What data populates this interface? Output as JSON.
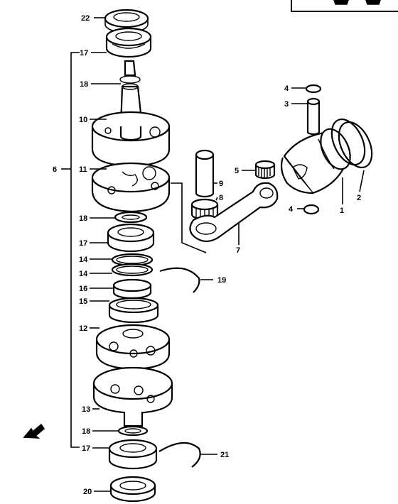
{
  "diagram": {
    "labels": {
      "l22": "22",
      "l17a": "17",
      "l18a": "18",
      "l10": "10",
      "l6": "6",
      "l11": "11",
      "l18b": "18",
      "l17b": "17",
      "l14a": "14",
      "l14b": "14",
      "l16": "16",
      "l15": "15",
      "l12": "12",
      "l13": "13",
      "l18c": "18",
      "l17c": "17",
      "l20": "20",
      "l4a": "4",
      "l3": "3",
      "l5": "5",
      "l9": "9",
      "l8": "8",
      "l7": "7",
      "l4b": "4",
      "l1": "1",
      "l2": "2",
      "l19": "19",
      "l21": "21"
    },
    "icons": {
      "front_arrow": "arrow-icon"
    }
  }
}
